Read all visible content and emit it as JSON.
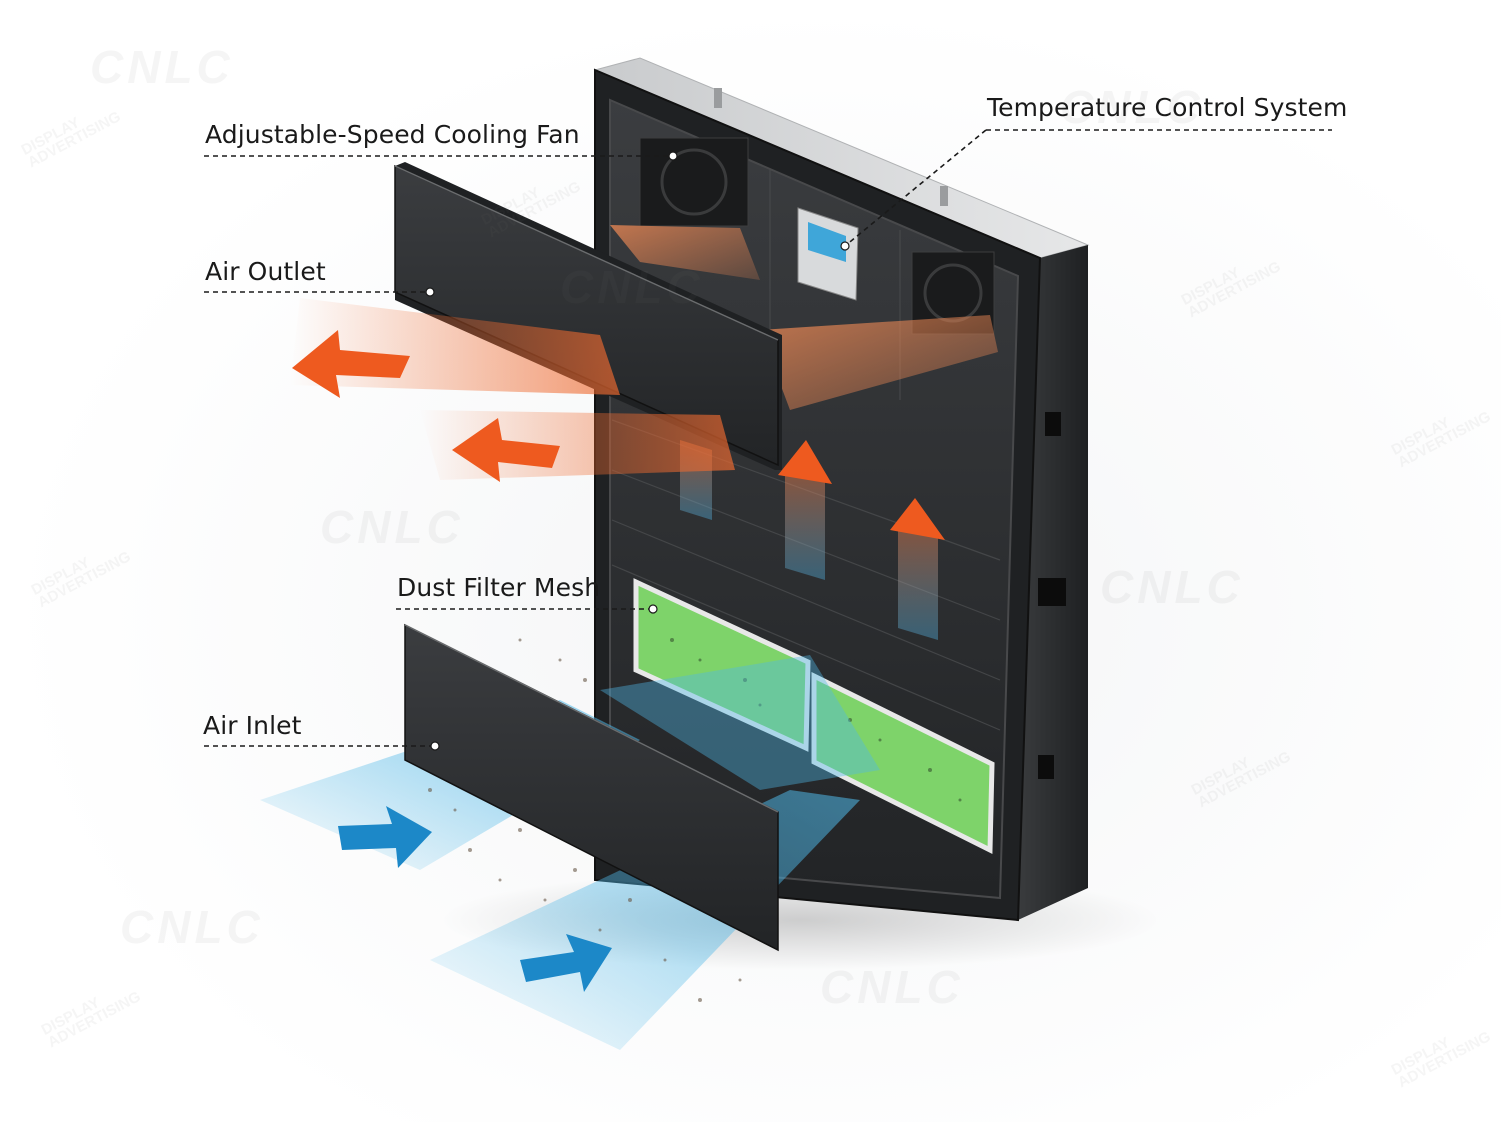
{
  "labels": {
    "cooling_fan": "Adjustable-Speed Cooling Fan",
    "temperature_control": "Temperature Control System",
    "air_outlet": "Air Outlet",
    "dust_filter": "Dust Filter Mesh",
    "air_inlet": "Air Inlet"
  },
  "watermark": {
    "brand": "CNLC",
    "line1": "DISPLAY",
    "line2": "ADVERTISING"
  },
  "colors": {
    "hot_air": "#ee5a1f",
    "cool_air": "#2b9fdc",
    "filter_mesh": "#7ed36a",
    "cabinet": "#2a2c2e"
  }
}
